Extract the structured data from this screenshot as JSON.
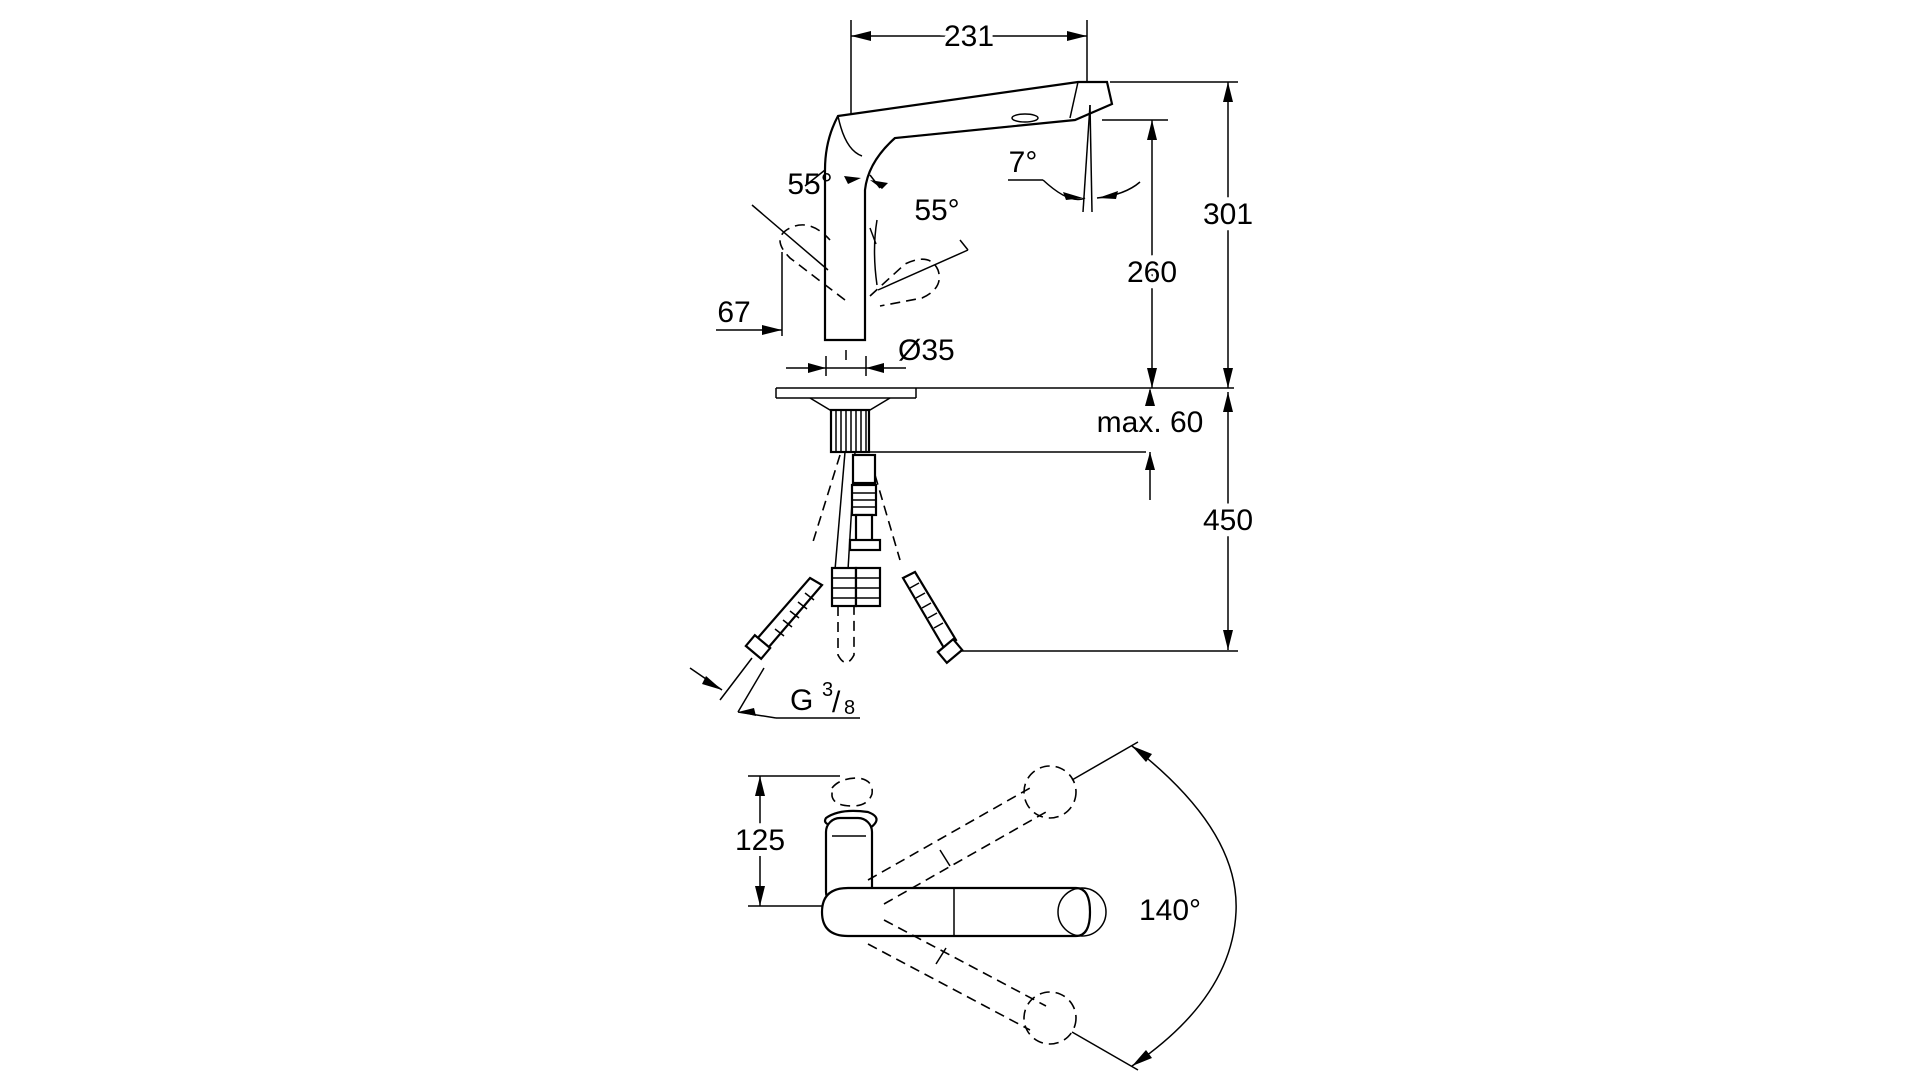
{
  "dimensions": {
    "width_top": "231",
    "height_total": "301",
    "height_spout": "260",
    "angle_spray": "7°",
    "angle_left": "55°",
    "angle_right": "55°",
    "lever_offset": "67",
    "diameter": "Ø35",
    "max_thickness": "max. 60",
    "hose_length": "450",
    "thread_prefix": "G",
    "thread_num": "3",
    "thread_den": "8",
    "top_depth": "125",
    "swivel_angle": "140°"
  },
  "colors": {
    "line": "#000000",
    "background": "#ffffff"
  }
}
